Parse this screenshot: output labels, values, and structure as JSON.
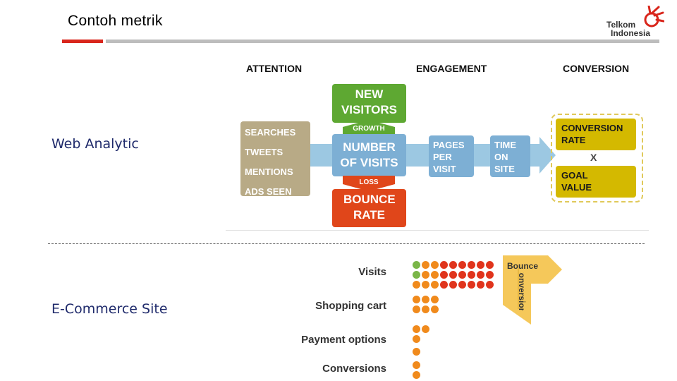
{
  "header": {
    "title": "Contoh metrik",
    "logo_line1": "Telkom",
    "logo_line2": "Indonesia",
    "brand_red": "#d9261c"
  },
  "sections": {
    "web_analytic_label": "Web Analytic",
    "ecommerce_label": "E-Commerce Site"
  },
  "web_diagram": {
    "columns": [
      "ATTENTION",
      "ENGAGEMENT",
      "CONVERSION"
    ],
    "attention_items": [
      "SEARCHES",
      "TWEETS",
      "MENTIONS",
      "ADS SEEN"
    ],
    "new_visitors": "NEW VISITORS",
    "growth": "GROWTH",
    "number_of_visits": "NUMBER OF VISITS",
    "loss": "LOSS",
    "bounce_rate": "BOUNCE RATE",
    "pages_per_visit": [
      "PAGES",
      "PER",
      "VISIT"
    ],
    "time_on_site": [
      "TIME",
      "ON",
      "SITE"
    ],
    "conversion_rate": [
      "CONVERSION",
      "RATE"
    ],
    "multiply": "X",
    "goal_value": [
      "GOAL",
      "VALUE"
    ],
    "colors": {
      "green": "#5ea832",
      "orange": "#e0461a",
      "tan": "#b8aa86",
      "blue": "#7dafd4",
      "yellow": "#d4b900"
    }
  },
  "ecommerce_funnel": {
    "stages": [
      "Visits",
      "Shopping cart",
      "Payment options",
      "Conversions"
    ],
    "bounce_label": "Bounce",
    "conversion_label": "Conversion",
    "colors": {
      "green": "#7ab648",
      "orange": "#f08a1c",
      "red": "#e0341c",
      "bounce": "#f5c85a"
    }
  }
}
